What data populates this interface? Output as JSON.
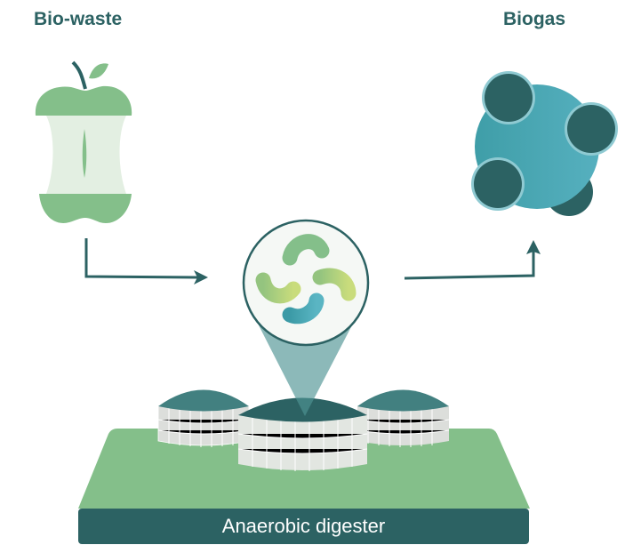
{
  "titles": {
    "input": "Bio-waste",
    "output": "Biogas"
  },
  "digester_label": "Anaerobic digester",
  "colors": {
    "dark_teal": "#2c6263",
    "green": "#84bf8a",
    "teal": "#4aaab6",
    "light_green": "#c5da7e"
  }
}
